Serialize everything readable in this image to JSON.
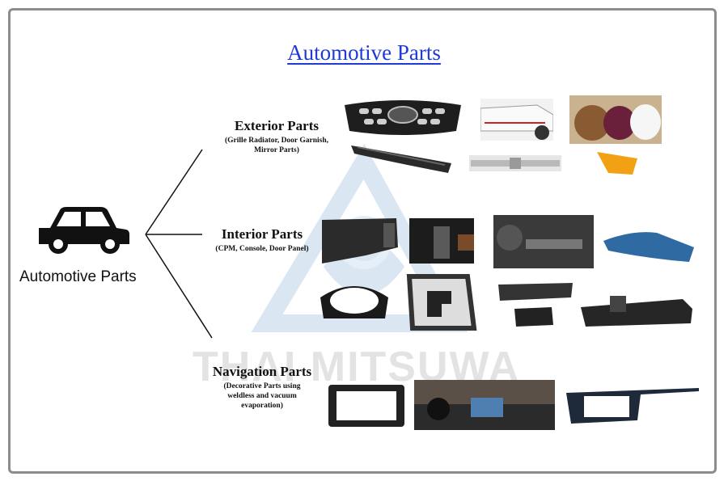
{
  "title": "Automotive Parts",
  "root": {
    "label": "Automotive Parts",
    "icon": "car-icon"
  },
  "watermark": "THAI MITSUWA",
  "categories": {
    "exterior": {
      "title": "Exterior Parts",
      "subtitle_line1": "(Grille Radiator, Door Garnish,",
      "subtitle_line2": "Mirror Parts)"
    },
    "interior": {
      "title": "Interior Parts",
      "subtitle_line1": "(CPM, Console, Door Panel)"
    },
    "navigation": {
      "title": "Navigation Parts",
      "subtitle_line1": "(Decorative Parts using",
      "subtitle_line2": "weldless and vacuum",
      "subtitle_line3": "evaporation)"
    }
  },
  "colors": {
    "title": "#1f3ad6",
    "watermark": "#e3e3e3",
    "frame": "#8c8c8c"
  }
}
